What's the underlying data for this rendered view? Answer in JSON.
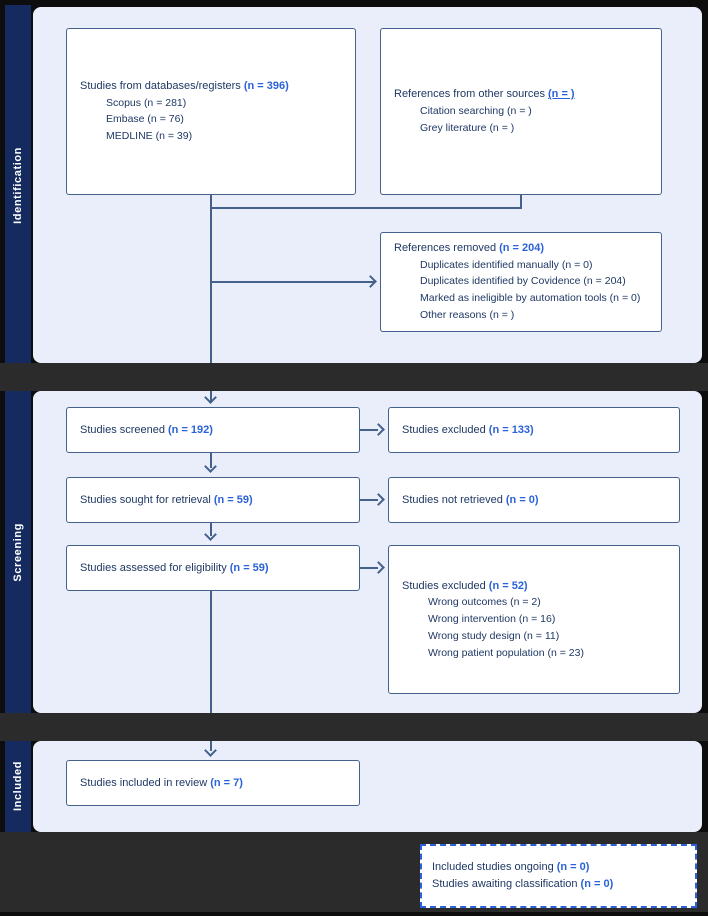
{
  "colors": {
    "sidebar_navy": "#152a5f",
    "panel_blue": "#e9eefa",
    "box_border": "#44618c",
    "text_dark": "#1f3864",
    "text_blue": "#2b62d9",
    "separator_charcoal": "#2b2b2b",
    "frame_black": "#0d0d0d",
    "connector": "#44618c"
  },
  "sidebar": {
    "identification": "Identification",
    "screening": "Screening",
    "included": "Included"
  },
  "boxes": {
    "databases": {
      "title": "Studies from databases/registers",
      "n": "(n = 396)",
      "items": [
        "Scopus (n = 281)",
        "Embase (n = 76)",
        "MEDLINE (n = 39)"
      ]
    },
    "other_sources": {
      "title": "References from other sources",
      "n": "(n = )",
      "items": [
        "Citation searching (n = )",
        "Grey literature (n = )"
      ]
    },
    "references_removed": {
      "title": "References removed",
      "n": "(n = 204)",
      "items": [
        "Duplicates identified manually (n = 0)",
        "Duplicates identified by Covidence (n = 204)",
        "Marked as ineligible by automation tools (n = 0)",
        "Other reasons (n = )"
      ]
    },
    "screened": {
      "title": "Studies screened",
      "n": "(n = 192)"
    },
    "excluded_screening": {
      "title": "Studies excluded",
      "n": "(n = 133)"
    },
    "sought": {
      "title": "Studies sought for retrieval",
      "n": "(n = 59)"
    },
    "not_retrieved": {
      "title": "Studies not retrieved",
      "n": "(n = 0)"
    },
    "assessed": {
      "title": "Studies assessed for eligibility",
      "n": "(n = 59)"
    },
    "excluded_eligibility": {
      "title": "Studies excluded",
      "n": "(n = 52)",
      "items": [
        "Wrong outcomes (n = 2)",
        "Wrong intervention (n = 16)",
        "Wrong study design (n = 11)",
        "Wrong patient population (n = 23)"
      ]
    },
    "included_review": {
      "title": "Studies included in review",
      "n": "(n = 7)"
    },
    "ongoing": {
      "line1": {
        "title": "Included studies ongoing",
        "n": "(n = 0)"
      },
      "line2": {
        "title": "Studies awaiting classification",
        "n": "(n = 0)"
      }
    }
  }
}
